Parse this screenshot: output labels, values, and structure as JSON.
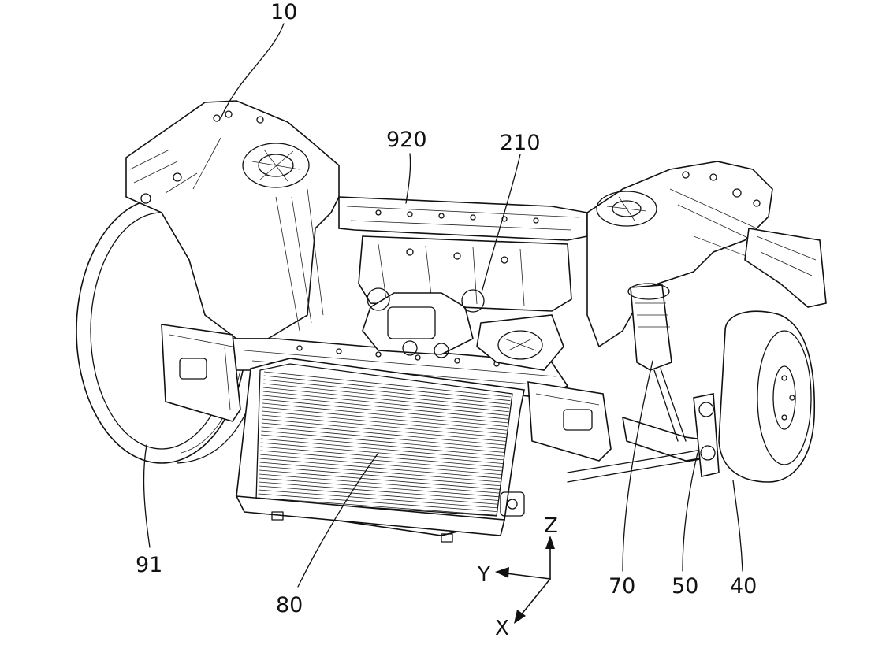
{
  "labels": {
    "frame": "10",
    "bracket": "920",
    "crossmember": "210",
    "wheel_left": "91",
    "radiator": "80",
    "link_arm": "70",
    "knuckle": "50",
    "wheel_right": "40"
  },
  "axes": {
    "z": "Z",
    "y": "Y",
    "x": "X"
  },
  "colors": {
    "line": "#111111",
    "background": "#ffffff"
  }
}
